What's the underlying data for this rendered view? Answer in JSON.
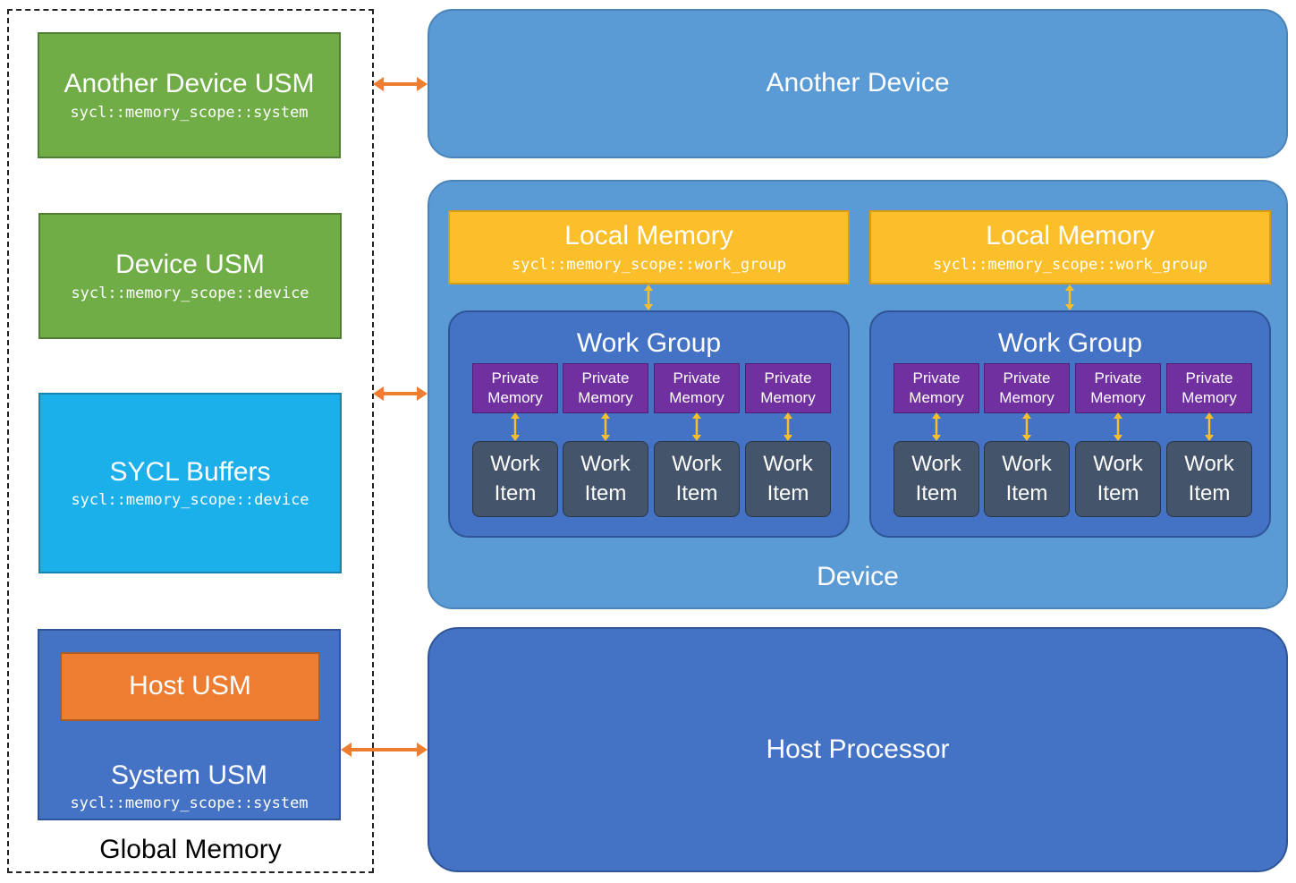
{
  "global_memory": {
    "label": "Global Memory",
    "another_device_usm": {
      "title": "Another Device USM",
      "scope": "sycl::memory_scope::system"
    },
    "device_usm": {
      "title": "Device USM",
      "scope": "sycl::memory_scope::device"
    },
    "sycl_buffers": {
      "title": "SYCL Buffers",
      "scope": "sycl::memory_scope::device"
    },
    "host_usm": {
      "title": "Host USM"
    },
    "system_usm": {
      "title": "System USM",
      "scope": "sycl::memory_scope::system"
    }
  },
  "another_device": {
    "label": "Another Device"
  },
  "device": {
    "label": "Device",
    "groups": [
      {
        "local_memory": {
          "title": "Local Memory",
          "scope": "sycl::memory_scope::work_group"
        },
        "work_group": {
          "title": "Work Group",
          "private_memory": [
            "Private\nMemory",
            "Private\nMemory",
            "Private\nMemory",
            "Private\nMemory"
          ],
          "work_items": [
            "Work\nItem",
            "Work\nItem",
            "Work\nItem",
            "Work\nItem"
          ]
        }
      },
      {
        "local_memory": {
          "title": "Local Memory",
          "scope": "sycl::memory_scope::work_group"
        },
        "work_group": {
          "title": "Work Group",
          "private_memory": [
            "Private\nMemory",
            "Private\nMemory",
            "Private\nMemory",
            "Private\nMemory"
          ],
          "work_items": [
            "Work\nItem",
            "Work\nItem",
            "Work\nItem",
            "Work\nItem"
          ]
        }
      }
    ]
  },
  "host_processor": {
    "label": "Host Processor"
  },
  "colors": {
    "green": "#70ad47",
    "cyan": "#1cb0ea",
    "navy": "#4472c4",
    "orange": "#ed7d31",
    "device_blue": "#5b9bd5",
    "yellow": "#fbbf2c",
    "purple": "#7030a0",
    "work_item": "#44546a",
    "arrow_orange": "#ed7d31",
    "arrow_yellow": "#fbbf2c"
  }
}
